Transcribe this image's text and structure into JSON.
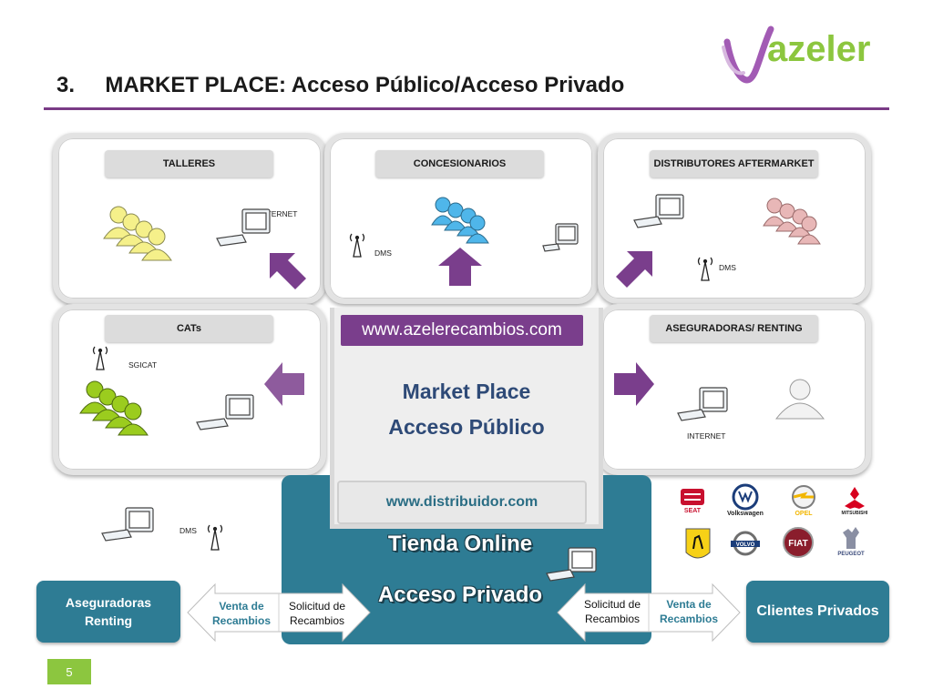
{
  "header": {
    "title": "3.     MARKET PLACE: Acceso Público/Acceso Privado",
    "logo_text": "azeler"
  },
  "panels": {
    "talleres": {
      "label": "TALLERES",
      "note": "INTERNET"
    },
    "concesionarios": {
      "label": "CONCESIONARIOS",
      "note": "DMS"
    },
    "distribuidores": {
      "label": "DISTRIBUTORES AFTERMARKET",
      "note": "DMS"
    },
    "cats": {
      "label": "CATs",
      "note": "SGICAT"
    },
    "aseguradoras": {
      "label": "ASEGURADORAS/ RENTING",
      "note": "INTERNET"
    }
  },
  "center": {
    "public_url": "www.azelerecambios.com",
    "market_line1": "Market Place",
    "market_line2": "Acceso Público",
    "private_url": "www.distribuidor.com",
    "tienda_line1": "Tienda Online",
    "tienda_line2": "Acceso Privado",
    "dms_note": "DMS"
  },
  "bottom": {
    "left_box": "Aseguradoras Renting",
    "right_box": "Clientes Privados",
    "left_venta": "Venta de Recambios",
    "left_solicitud": "Solicitud de Recambios",
    "right_solicitud": "Solicitud de Recambios",
    "right_venta": "Venta de Recambios"
  },
  "brands": [
    "SEAT",
    "Volkswagen",
    "OPEL",
    "MITSUBISHI",
    "Ferrari",
    "VOLVO",
    "FIAT",
    "PEUGEOT"
  ],
  "page_number": "5",
  "colors": {
    "purple": "#7a3e8c",
    "teal": "#2e7c94",
    "arrow_white": "#ffffff",
    "group_yellow": "#f5f08a",
    "group_blue": "#4fb6ea",
    "group_pink": "#e8b7b7",
    "group_green": "#9bcc1e",
    "group_white": "#f2f2f2"
  }
}
